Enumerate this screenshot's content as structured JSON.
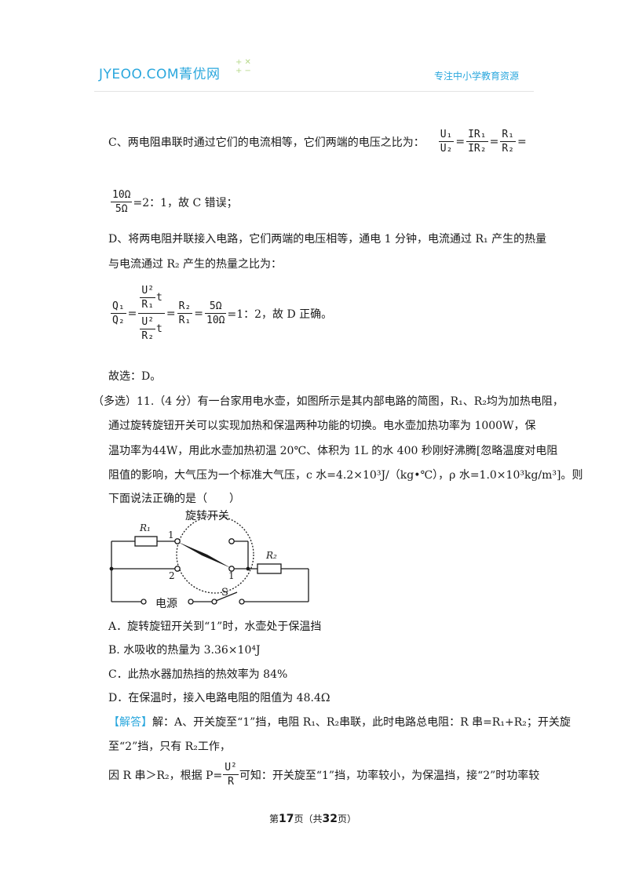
{
  "header": {
    "logo_text": "JYEOO.COM菁优网",
    "tagline": "专注中小学教育资源"
  },
  "para_c": {
    "text": "C、两电阻串联时通过它们的电流相等，它们两端的电压之比为：",
    "u1": "U₁",
    "u2": "U₂",
    "ir1": "IR₁",
    "ir2": "IR₂",
    "r1": "R₁",
    "r2": "R₂",
    "eq": "=",
    "ten_ohm": "10Ω",
    "five_ohm": "5Ω",
    "result": "=2：1，故 C 错误；"
  },
  "para_d": {
    "line1": "D、将两电阻并联接入电路，它们两端的电压相等，通电 1 分钟，电流通过 R₁ 产生的热量",
    "line2": "与电流通过 R₂ 产生的热量之比为：",
    "q1": "Q₁",
    "q2": "Q₂",
    "u2r1t_num": "U²",
    "u2r1t_den": "R₁",
    "t": "t",
    "r2": "R₂",
    "r1": "R₁",
    "five_ohm": "5Ω",
    "ten_ohm": "10Ω",
    "result": "=1：2，故 D 正确。"
  },
  "answer_choice": "故选：D。",
  "q11": {
    "line1": "（多选）11.（4 分）有一台家用电水壶，如图所示是其内部电路的简图，R₁、R₂均为加热电阻，",
    "line2": "通过旋转旋钮开关可以实现加热和保温两种功能的切换。电水壶加热功率为 1000W，保",
    "line3": "温功率为44W，用此水壶加热初温 20℃、体积为 1L 的水 400 秒刚好沸腾[忽略温度对电阻",
    "line4": "阻值的影响，大气压为一个标准大气压，c 水=4.2×10³J/（kg•℃），ρ 水=1.0×10³kg/m³]。则",
    "line5": "下面说法正确的是（　　）"
  },
  "circuit": {
    "switch_title": "旋转开关",
    "r1": "R₁",
    "r2": "R₂",
    "pos1_left": "1",
    "pos2": "2",
    "pos1_right": "1",
    "source": "电源",
    "s": "S"
  },
  "options": {
    "a": "A．旋转旋钮开关到“1”时，水壶处于保温挡",
    "b": "B. 水吸收的热量为 3.36×10⁴J",
    "c": "C．此热水器加热挡的热效率为 84%",
    "d": "D．在保温时，接入电路电阻的阻值为 48.4Ω"
  },
  "solution": {
    "tag": "【解答】",
    "line1": "解：A、开关旋至“1”挡，电阻 R₁、R₂串联，此时电路总电阻：R 串=R₁+R₂；开关旋",
    "line2": "至“2”挡，只有 R₂工作，",
    "line3_a": "因 R 串＞R₂，根据 P=",
    "p_num": "U²",
    "p_den": "R",
    "line3_b": "可知：开关旋至“1”挡，功率较小，为保温挡，接“2”时功率较"
  },
  "footer": {
    "pre": "第",
    "page": "17",
    "mid": "页（共",
    "total": "32",
    "post": "页）"
  }
}
